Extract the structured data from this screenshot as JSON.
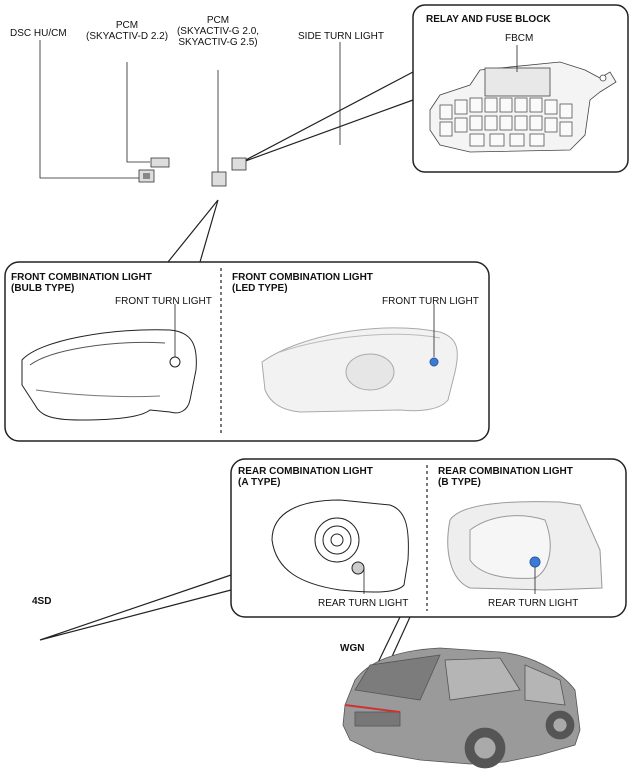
{
  "labels": {
    "dsc": "DSC HU/CM",
    "pcm1_l1": "PCM",
    "pcm1_l2": "(SKYACTIV-D 2.2)",
    "pcm2_l1": "PCM",
    "pcm2_l2": "(SKYACTIV-G 2.0,",
    "pcm2_l3": "SKYACTIV-G 2.5)",
    "side_turn": "SIDE TURN LIGHT",
    "relay_title": "RELAY AND FUSE BLOCK",
    "fbcm": "FBCM",
    "front_bulb_l1": "FRONT COMBINATION LIGHT",
    "front_bulb_l2": "(BULB TYPE)",
    "front_turn_1": "FRONT TURN LIGHT",
    "front_led_l1": "FRONT COMBINATION LIGHT",
    "front_led_l2": "(LED TYPE)",
    "front_turn_2": "FRONT TURN LIGHT",
    "rear_a_l1": "REAR COMBINATION LIGHT",
    "rear_a_l2": "(A TYPE)",
    "rear_turn_1": "REAR TURN LIGHT",
    "rear_b_l1": "REAR COMBINATION LIGHT",
    "rear_b_l2": "(B TYPE)",
    "rear_turn_2": "REAR TURN LIGHT",
    "sd": "4SD",
    "wgn": "WGN"
  },
  "colors": {
    "line": "#222222",
    "led_accent": "#3a7bd5",
    "car_body": "#9a9a9a"
  }
}
